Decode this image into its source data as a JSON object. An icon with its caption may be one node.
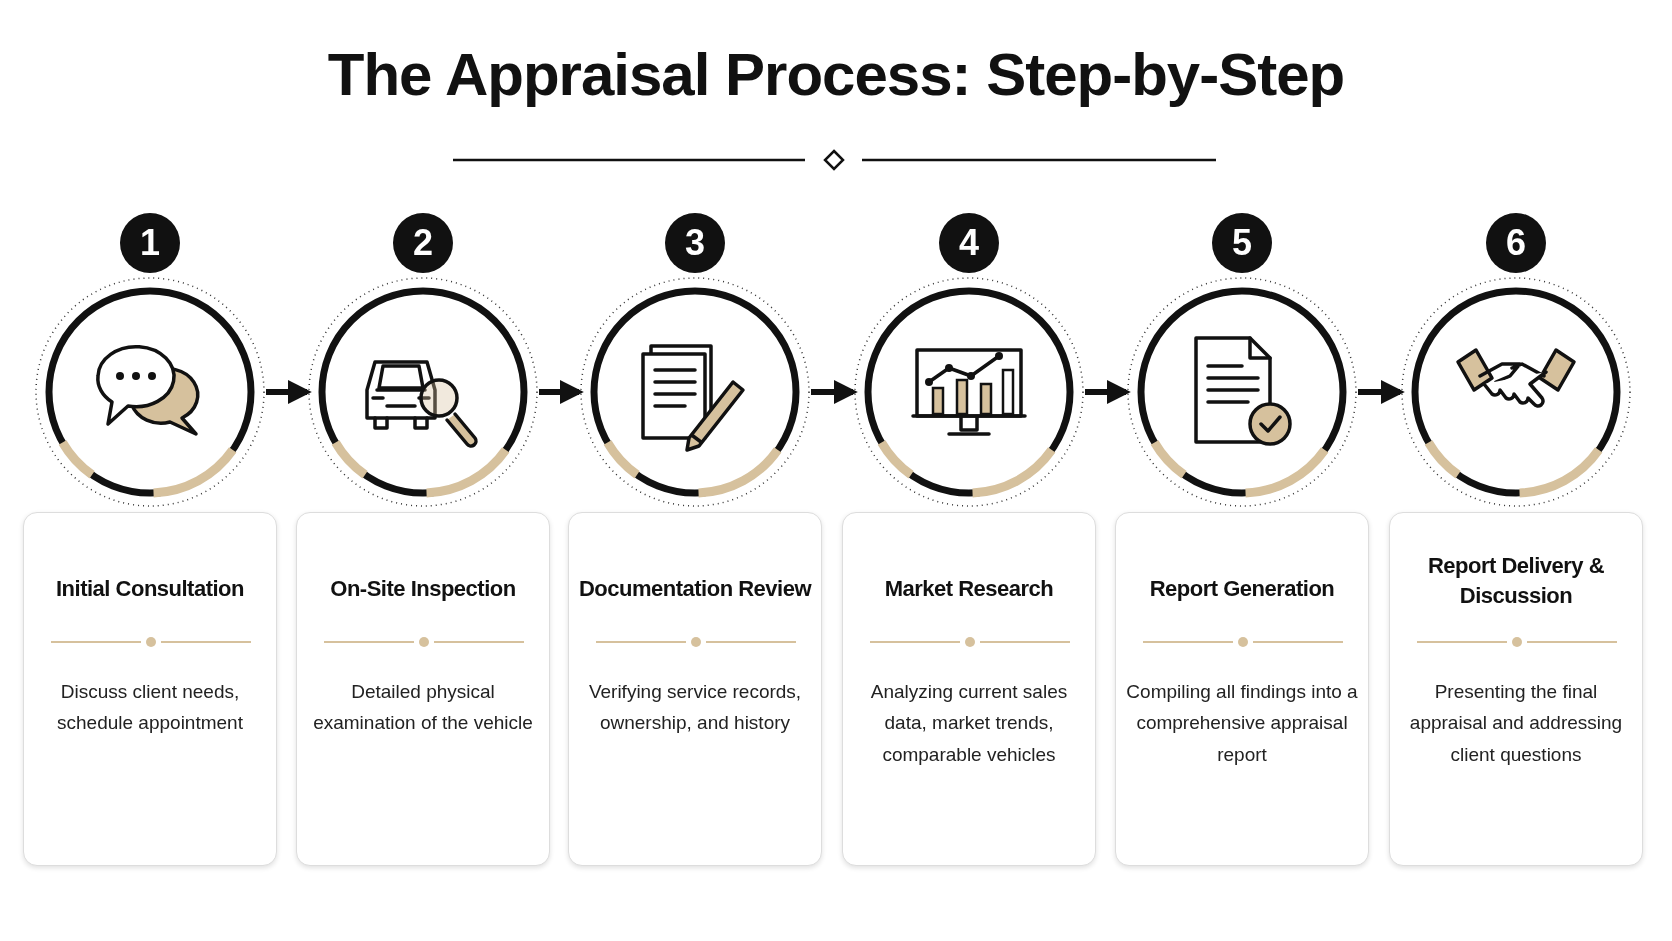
{
  "diagram": {
    "title": "The Appraisal Process: Step-by-Step",
    "nodes": [
      {
        "text": [
          "1"
        ]
      },
      {
        "text": [],
        "shape": "circle"
      },
      {
        "text": [
          "Initial Consultation",
          "Discuss client needs, schedule appointment"
        ]
      },
      {
        "text": [
          "2"
        ]
      },
      {
        "text": [],
        "shape": "circle"
      },
      {
        "text": [
          "On-Site Inspection",
          "Detailed physical examination of the vehicle"
        ]
      },
      {
        "text": [
          "3"
        ]
      },
      {
        "text": [],
        "shape": "circle"
      },
      {
        "text": [
          "Documentation Review",
          "Verifying service records, ownership, and history"
        ]
      },
      {
        "text": [
          "4"
        ]
      },
      {
        "text": [],
        "shape": "circle"
      },
      {
        "text": [
          "Market Research",
          "Analyzing current sales data, market trends, comparable vehicles"
        ]
      },
      {
        "text": [
          "5"
        ]
      },
      {
        "text": [],
        "shape": "circle"
      },
      {
        "text": [
          "Report Generation",
          "Compiling all findings into a comprehensive appraisal report"
        ]
      },
      {
        "text": [
          "6"
        ]
      },
      {
        "text": [],
        "shape": "circle"
      },
      {
        "text": [
          "Report Delivery & Discussion",
          "Presenting the final appraisal and addressing client questions"
        ]
      }
    ],
    "edges": [
      {
        "from": 1,
        "to": 4,
        "arrow": "to"
      },
      {
        "from": 4,
        "to": 7,
        "arrow": "to"
      },
      {
        "from": 7,
        "to": 10,
        "arrow": "to"
      },
      {
        "from": 10,
        "to": 13,
        "arrow": "to"
      },
      {
        "from": 13,
        "to": 16,
        "arrow": "to"
      }
    ]
  }
}
